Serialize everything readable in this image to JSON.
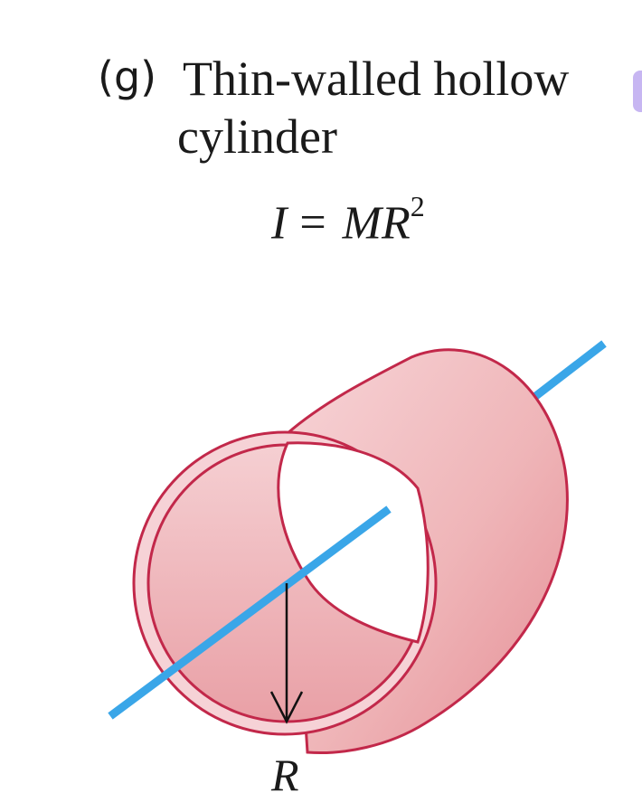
{
  "caption": {
    "label": "(g)",
    "title_line1": "Thin-walled hollow",
    "title_line2": "cylinder"
  },
  "formula": {
    "lhs": "I",
    "equals": "=",
    "rhs": "MR",
    "exponent": "2"
  },
  "figure": {
    "radius_label": "R",
    "colors": {
      "axis": "#3aa6e8",
      "outline": "#c2284a",
      "rim_fill": "#f6d2d6",
      "body_fill": "#efb0b4",
      "arrow": "#111111"
    }
  }
}
